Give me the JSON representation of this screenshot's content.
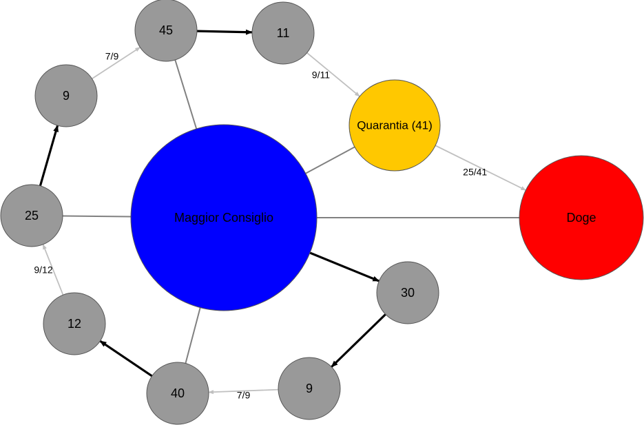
{
  "diagram": {
    "nodes": [
      {
        "id": "maggior",
        "label": "Maggior Consiglio",
        "color": "#0000ff"
      },
      {
        "id": "doge",
        "label": "Doge",
        "color": "#ff0000"
      },
      {
        "id": "quarantia",
        "label": "Quarantia (41)",
        "color": "#ffc800"
      },
      {
        "id": "n45",
        "label": "45",
        "color": "#999999"
      },
      {
        "id": "n11",
        "label": "11",
        "color": "#999999"
      },
      {
        "id": "n9a",
        "label": "9",
        "color": "#999999"
      },
      {
        "id": "n25",
        "label": "25",
        "color": "#999999"
      },
      {
        "id": "n12",
        "label": "12",
        "color": "#999999"
      },
      {
        "id": "n40",
        "label": "40",
        "color": "#999999"
      },
      {
        "id": "n9b",
        "label": "9",
        "color": "#999999"
      },
      {
        "id": "n30",
        "label": "30",
        "color": "#999999"
      }
    ],
    "edges": [
      {
        "from": "maggior",
        "to": "doge",
        "style": "line"
      },
      {
        "from": "maggior",
        "to": "quarantia",
        "style": "line"
      },
      {
        "from": "maggior",
        "to": "n45",
        "style": "line"
      },
      {
        "from": "maggior",
        "to": "n25",
        "style": "line"
      },
      {
        "from": "maggior",
        "to": "n40",
        "style": "line"
      },
      {
        "from": "maggior",
        "to": "n30",
        "style": "bold-arrow"
      },
      {
        "from": "n30",
        "to": "n9b",
        "style": "bold-arrow"
      },
      {
        "from": "n9b",
        "to": "n40",
        "style": "light-arrow",
        "label": "7/9"
      },
      {
        "from": "n40",
        "to": "n12",
        "style": "bold-arrow"
      },
      {
        "from": "n12",
        "to": "n25",
        "style": "light-arrow",
        "label": "9/12"
      },
      {
        "from": "n25",
        "to": "n9a",
        "style": "bold-arrow"
      },
      {
        "from": "n9a",
        "to": "n45",
        "style": "light-arrow",
        "label": "7/9"
      },
      {
        "from": "n45",
        "to": "n11",
        "style": "bold-arrow"
      },
      {
        "from": "n11",
        "to": "quarantia",
        "style": "light-arrow",
        "label": "9/11"
      },
      {
        "from": "quarantia",
        "to": "doge",
        "style": "light-arrow",
        "label": "25/41"
      }
    ],
    "colors": {
      "plain_edge": "#808080",
      "bold_edge": "#000000",
      "light_edge": "#c0c0c0",
      "node_stroke": "#555555"
    }
  }
}
